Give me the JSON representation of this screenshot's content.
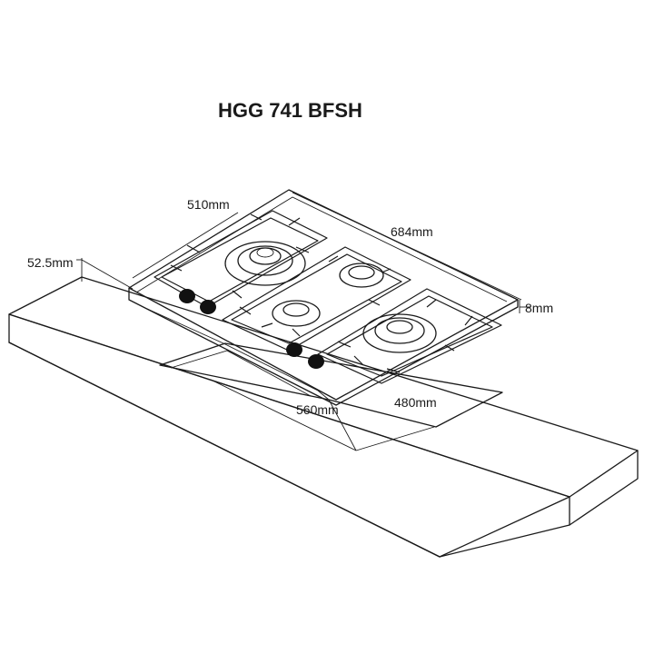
{
  "title": "HGG 741 BFSH",
  "dimensions": {
    "depth": "510mm",
    "width": "684mm",
    "height": "52.5mm",
    "glass_thickness": "8mm",
    "cutout_width": "560mm",
    "cutout_depth": "480mm"
  }
}
